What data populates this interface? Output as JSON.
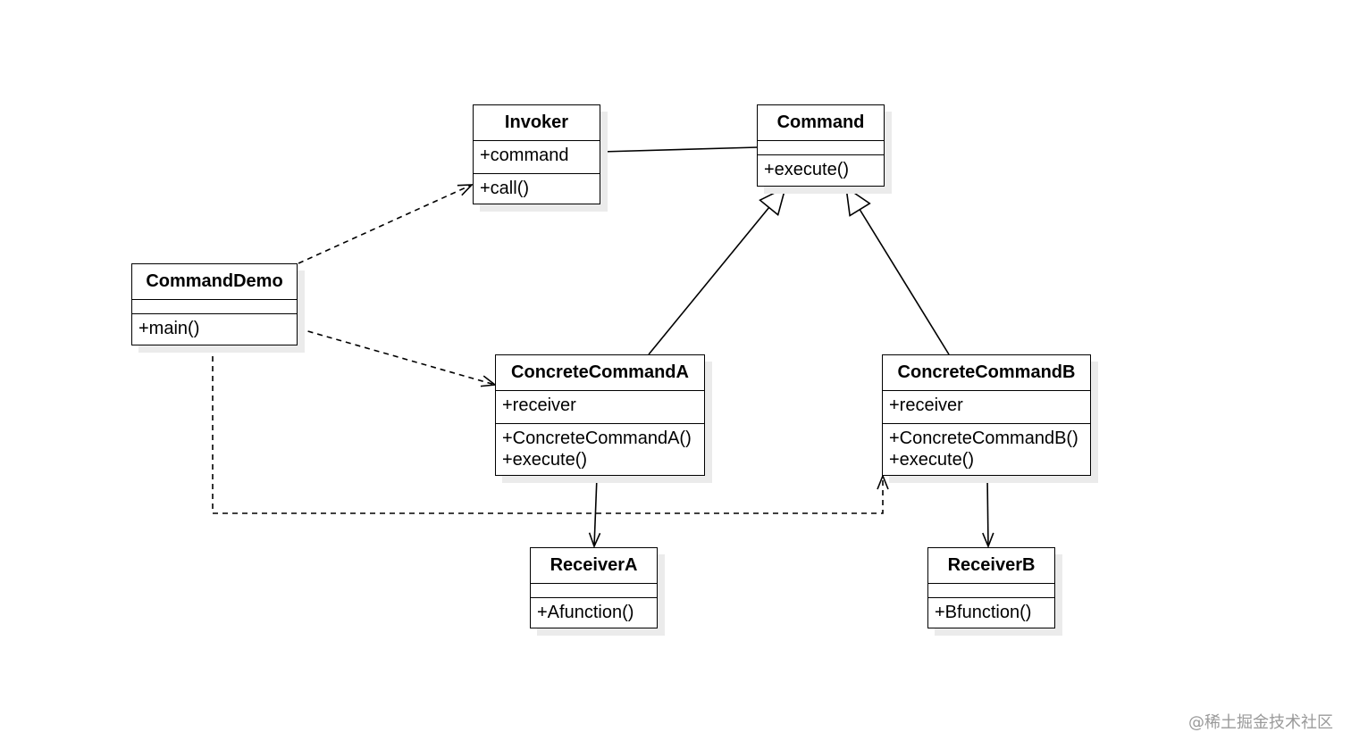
{
  "classes": {
    "invoker": {
      "name": "Invoker",
      "attributes": [
        "+command"
      ],
      "operations": [
        "+call()"
      ]
    },
    "command": {
      "name": "Command",
      "attributes": [],
      "operations": [
        "+execute()"
      ]
    },
    "commandDemo": {
      "name": "CommandDemo",
      "attributes": [],
      "operations": [
        "+main()"
      ]
    },
    "concreteCommandA": {
      "name": "ConcreteCommandA",
      "attributes": [
        "+receiver"
      ],
      "operations": [
        "+ConcreteCommandA()",
        "+execute()"
      ]
    },
    "concreteCommandB": {
      "name": "ConcreteCommandB",
      "attributes": [
        "+receiver"
      ],
      "operations": [
        "+ConcreteCommandB()",
        "+execute()"
      ]
    },
    "receiverA": {
      "name": "ReceiverA",
      "attributes": [],
      "operations": [
        "+Afunction()"
      ]
    },
    "receiverB": {
      "name": "ReceiverB",
      "attributes": [],
      "operations": [
        "+Bfunction()"
      ]
    }
  },
  "watermark": "@稀土掘金技术社区"
}
